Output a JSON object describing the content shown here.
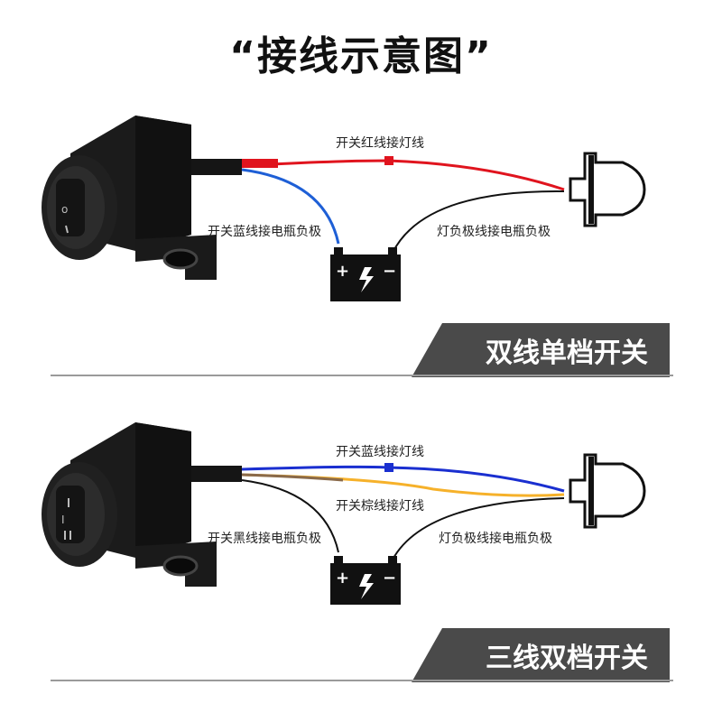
{
  "title": "“接线示意图”",
  "section1": {
    "label_switch_to_light": "开关红线接灯线",
    "label_switch_to_battery": "开关蓝线接电瓶负极",
    "label_light_to_battery": "灯负极线接电瓶负极",
    "banner": "双线单档开关",
    "wire_colors": {
      "to_light": "#e0141e",
      "to_battery": "#1e5fd6",
      "light_negative": "#111111"
    }
  },
  "section2": {
    "label_switch_blue_to_light": "开关蓝线接灯线",
    "label_switch_brown_to_light": "开关棕线接灯线",
    "label_switch_to_battery": "开关黑线接电瓶负极",
    "label_light_to_battery": "灯负极线接电瓶负极",
    "banner": "三线双档开关",
    "wire_colors": {
      "blue": "#1a2fd0",
      "brown": "#f6b12a",
      "black": "#111111"
    }
  },
  "icons": {
    "switch": "rocker-switch-icon",
    "battery": "battery-icon",
    "lamp": "headlight-icon"
  }
}
